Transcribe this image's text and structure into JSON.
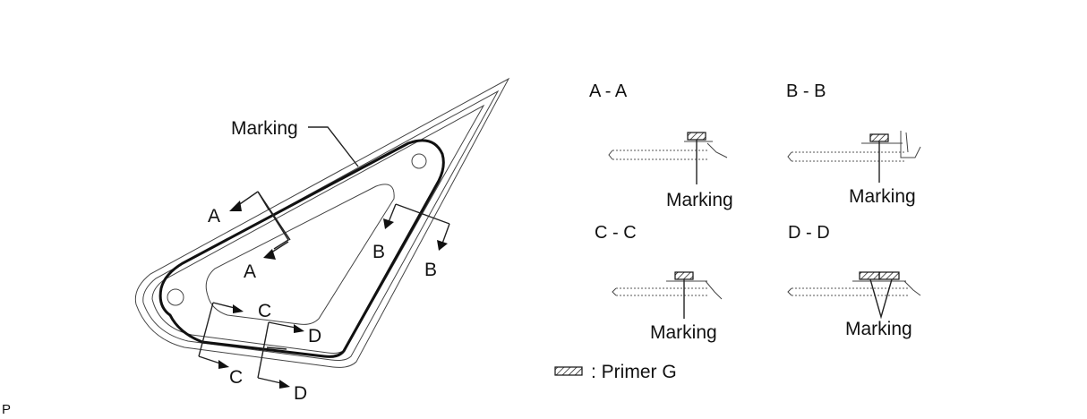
{
  "main_view": {
    "marking_label": "Marking",
    "section_labels": [
      "A",
      "A",
      "B",
      "B",
      "C",
      "C",
      "D",
      "D"
    ]
  },
  "sections": [
    {
      "title": "A - A",
      "marking": "Marking"
    },
    {
      "title": "B - B",
      "marking": "Marking"
    },
    {
      "title": "C - C",
      "marking": "Marking"
    },
    {
      "title": "D - D",
      "marking": "Marking"
    }
  ],
  "legend": {
    "text": ": Primer G"
  },
  "corner_code": "P"
}
